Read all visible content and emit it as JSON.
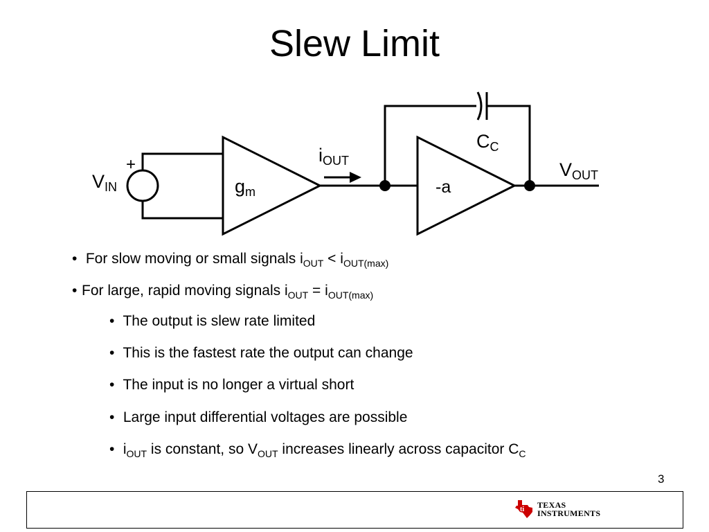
{
  "title": "Slew Limit",
  "circuit": {
    "source_label": "V",
    "source_sub": "IN",
    "plus_sign": "+",
    "gm_label": "g",
    "gm_sub": "m",
    "amp_label": "-a",
    "current_label": "i",
    "current_sub": "OUT",
    "cap_label": "C",
    "cap_sub": "C",
    "out_label": "V",
    "out_sub": "OUT"
  },
  "bullets": [
    {
      "pre": "For slow moving or small signals i",
      "s1": "OUT",
      "mid": " < i",
      "s2": "OUT(max)",
      "post": ""
    },
    {
      "pre": "For large, rapid moving signals i",
      "s1": "OUT",
      "mid": " = i",
      "s2": "OUT(max)",
      "post": ""
    },
    {
      "text": "The output is slew rate limited"
    },
    {
      "text": "This is the fastest rate the output can change"
    },
    {
      "text": "The input is no longer a virtual short"
    },
    {
      "text": "Large input differential voltages are possible"
    },
    {
      "pre": "i",
      "s1": "OUT",
      "mid": " is constant, so V",
      "s2": "OUT",
      "post": " increases linearly across capacitor C",
      "s3": "C"
    }
  ],
  "page_number": "3",
  "logo": {
    "line1": "Texas",
    "line2": "Instruments",
    "color": "#cc0000"
  }
}
